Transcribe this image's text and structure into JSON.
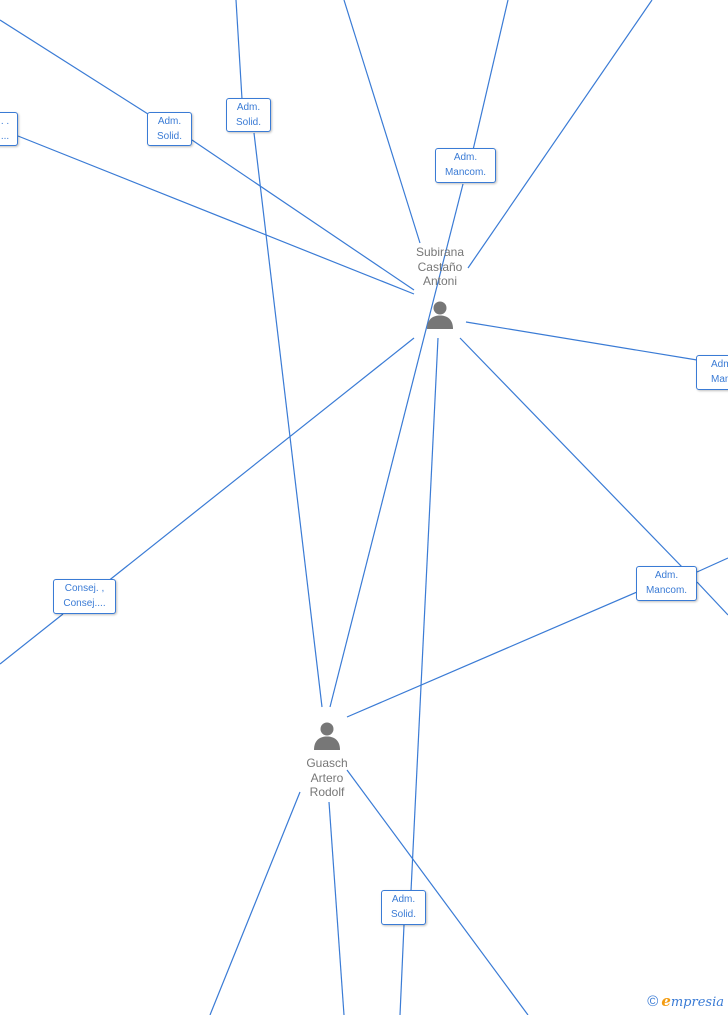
{
  "persons": {
    "p1": {
      "name_lines": [
        "Subirana",
        "Castaño",
        "Antoni"
      ]
    },
    "p2": {
      "name_lines": [
        "Guasch",
        "Artero",
        "Rodolf"
      ]
    }
  },
  "roles": {
    "r_left_edge": {
      "lines": [
        ". .",
        "..."
      ]
    },
    "r_adm_solid_1": {
      "lines": [
        "Adm.",
        "Solid."
      ]
    },
    "r_adm_solid_2": {
      "lines": [
        "Adm.",
        "Solid."
      ]
    },
    "r_adm_mancom_top": {
      "lines": [
        "Adm.",
        "Mancom."
      ]
    },
    "r_adm_mancom_right": {
      "lines": [
        "Adm",
        "Manc"
      ]
    },
    "r_adm_mancom_mid": {
      "lines": [
        "Adm.",
        "Mancom."
      ]
    },
    "r_consej": {
      "lines": [
        "Consej. ,",
        "Consej...."
      ]
    },
    "r_adm_solid_bottom": {
      "lines": [
        "Adm.",
        "Solid."
      ]
    }
  },
  "footer": {
    "copyright": "©",
    "brand_first": "e",
    "brand_rest": "mpresia"
  },
  "colors": {
    "edge": "#3a7bd5",
    "person_text": "#777777",
    "person_icon": "#777777",
    "brand_accent": "#f39c12"
  }
}
